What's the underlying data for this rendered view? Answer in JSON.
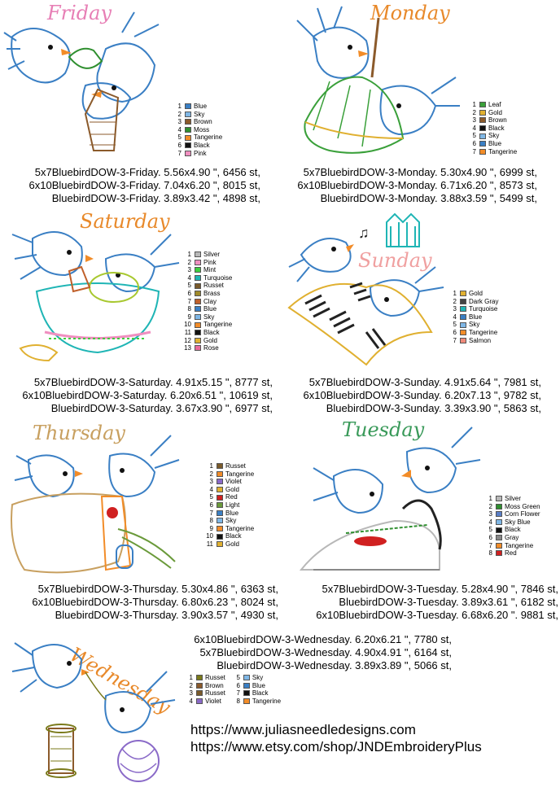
{
  "designs": [
    {
      "id": "friday",
      "title": "Friday",
      "title_color": "#e77fb5",
      "legend": [
        {
          "n": "1",
          "name": "Blue",
          "color": "#3a7fc4"
        },
        {
          "n": "2",
          "name": "Sky",
          "color": "#7fb7e6"
        },
        {
          "n": "3",
          "name": "Brown",
          "color": "#8b5a2b"
        },
        {
          "n": "4",
          "name": "Moss",
          "color": "#2f8f2f"
        },
        {
          "n": "5",
          "name": "Tangerine",
          "color": "#f28c28"
        },
        {
          "n": "6",
          "name": "Black",
          "color": "#111111"
        },
        {
          "n": "7",
          "name": "Pink",
          "color": "#f08fc0"
        }
      ],
      "sizes": [
        "5x7BluebirdDOW-3-Friday. 5.56x4.90 \", 6456 st,",
        "6x10BluebirdDOW-3-Friday. 7.04x6.20 \", 8015 st,",
        "BluebirdDOW-3-Friday. 3.89x3.42 \", 4898 st,"
      ]
    },
    {
      "id": "monday",
      "title": "Monday",
      "title_color": "#e8892a",
      "legend": [
        {
          "n": "1",
          "name": "Leaf",
          "color": "#3aa03a"
        },
        {
          "n": "2",
          "name": "Gold",
          "color": "#e0b030"
        },
        {
          "n": "3",
          "name": "Brown",
          "color": "#8b5a2b"
        },
        {
          "n": "4",
          "name": "Black",
          "color": "#111111"
        },
        {
          "n": "5",
          "name": "Sky",
          "color": "#7fb7e6"
        },
        {
          "n": "6",
          "name": "Blue",
          "color": "#3a7fc4"
        },
        {
          "n": "7",
          "name": "Tangerine",
          "color": "#f28c28"
        }
      ],
      "sizes": [
        "5x7BluebirdDOW-3-Monday. 5.30x4.90 \", 6999 st,",
        "6x10BluebirdDOW-3-Monday. 6.71x6.20 \", 8573 st,",
        "BluebirdDOW-3-Monday. 3.88x3.59 \", 5499 st,"
      ]
    },
    {
      "id": "saturday",
      "title": "Saturday",
      "title_color": "#e8892a",
      "legend": [
        {
          "n": "1",
          "name": "Silver",
          "color": "#b8b8b8"
        },
        {
          "n": "2",
          "name": "Pink",
          "color": "#f08fc0"
        },
        {
          "n": "3",
          "name": "Mint",
          "color": "#3ecf3e"
        },
        {
          "n": "4",
          "name": "Turquoise",
          "color": "#1fb5b5"
        },
        {
          "n": "5",
          "name": "Russet",
          "color": "#7a5a2a"
        },
        {
          "n": "6",
          "name": "Brass",
          "color": "#a08a2a"
        },
        {
          "n": "7",
          "name": "Clay",
          "color": "#c0602a"
        },
        {
          "n": "8",
          "name": "Blue",
          "color": "#3a7fc4"
        },
        {
          "n": "9",
          "name": "Sky",
          "color": "#7fb7e6"
        },
        {
          "n": "10",
          "name": "Tangerine",
          "color": "#f28c28"
        },
        {
          "n": "11",
          "name": "Black",
          "color": "#111111"
        },
        {
          "n": "12",
          "name": "Gold",
          "color": "#e0b030"
        },
        {
          "n": "13",
          "name": "Rose",
          "color": "#e86a9a"
        }
      ],
      "sizes": [
        "5x7BluebirdDOW-3-Saturday. 4.91x5.15 \", 8777 st,",
        "6x10BluebirdDOW-3-Saturday. 6.20x6.51 \", 10619 st,",
        "BluebirdDOW-3-Saturday. 3.67x3.90 \", 6977 st,"
      ]
    },
    {
      "id": "sunday",
      "title": "Sunday",
      "title_color": "#f0a0a0",
      "legend": [
        {
          "n": "1",
          "name": "Gold",
          "color": "#e0b030"
        },
        {
          "n": "2",
          "name": "Dark Gray",
          "color": "#444444"
        },
        {
          "n": "3",
          "name": "Turquoise",
          "color": "#1fb5b5"
        },
        {
          "n": "4",
          "name": "Blue",
          "color": "#3a7fc4"
        },
        {
          "n": "5",
          "name": "Sky",
          "color": "#7fb7e6"
        },
        {
          "n": "6",
          "name": "Tangerine",
          "color": "#f28c28"
        },
        {
          "n": "7",
          "name": "Salmon",
          "color": "#f08a7a"
        }
      ],
      "sizes": [
        "5x7BluebirdDOW-3-Sunday. 4.91x5.64 \", 7981 st,",
        "6x10BluebirdDOW-3-Sunday. 6.20x7.13 \", 9782 st,",
        "BluebirdDOW-3-Sunday. 3.39x3.90 \", 5863 st,"
      ]
    },
    {
      "id": "thursday",
      "title": "Thursday",
      "title_color": "#c8a060",
      "legend": [
        {
          "n": "1",
          "name": "Russet",
          "color": "#7a5a2a"
        },
        {
          "n": "2",
          "name": "Tangerine",
          "color": "#f28c28"
        },
        {
          "n": "3",
          "name": "Violet",
          "color": "#8a6ac8"
        },
        {
          "n": "4",
          "name": "Gold",
          "color": "#e0b030"
        },
        {
          "n": "5",
          "name": "Red",
          "color": "#d02020"
        },
        {
          "n": "6",
          "name": "Light",
          "color": "#6a9a3a"
        },
        {
          "n": "7",
          "name": "Blue",
          "color": "#3a7fc4"
        },
        {
          "n": "8",
          "name": "Sky",
          "color": "#7fb7e6"
        },
        {
          "n": "9",
          "name": "Tangerine",
          "color": "#f28c28"
        },
        {
          "n": "10",
          "name": "Black",
          "color": "#111111"
        },
        {
          "n": "11",
          "name": "Gold",
          "color": "#e0b030"
        }
      ],
      "sizes": [
        "5x7BluebirdDOW-3-Thursday. 5.30x4.86 \", 6363 st,",
        "6x10BluebirdDOW-3-Thursday. 6.80x6.23 \", 8024 st,",
        "BluebirdDOW-3-Thursday. 3.90x3.57 \", 4930 st,"
      ]
    },
    {
      "id": "tuesday",
      "title": "Tuesday",
      "title_color": "#3a9a5a",
      "legend": [
        {
          "n": "1",
          "name": "Silver",
          "color": "#b8b8b8"
        },
        {
          "n": "2",
          "name": "Moss Green",
          "color": "#2f8f2f"
        },
        {
          "n": "3",
          "name": "Corn Flower",
          "color": "#5a7fc8"
        },
        {
          "n": "4",
          "name": "Sky Blue",
          "color": "#7fb7e6"
        },
        {
          "n": "5",
          "name": "Black",
          "color": "#111111"
        },
        {
          "n": "6",
          "name": "Gray",
          "color": "#888888"
        },
        {
          "n": "7",
          "name": "Tangerine",
          "color": "#f28c28"
        },
        {
          "n": "8",
          "name": "Red",
          "color": "#d02020"
        }
      ],
      "sizes": [
        "5x7BluebirdDOW-3-Tuesday. 5.28x4.90 \", 7846 st,",
        "BluebirdDOW-3-Tuesday. 3.89x3.61 \", 6182 st,",
        "6x10BluebirdDOW-3-Tuesday. 6.68x6.20 \". 9881 st,"
      ]
    },
    {
      "id": "wednesday",
      "title": "Wednesday",
      "title_color": "#e8892a",
      "legend": [
        {
          "n": "1",
          "name": "Russet",
          "color": "#7a7a1a"
        },
        {
          "n": "2",
          "name": "Brown",
          "color": "#8b5a2b"
        },
        {
          "n": "3",
          "name": "Russet",
          "color": "#7a5a2a"
        },
        {
          "n": "4",
          "name": "Violet",
          "color": "#8a6ac8"
        },
        {
          "n": "5",
          "name": "Sky",
          "color": "#7fb7e6"
        },
        {
          "n": "6",
          "name": "Blue",
          "color": "#3a7fc4"
        },
        {
          "n": "7",
          "name": "Black",
          "color": "#111111"
        },
        {
          "n": "8",
          "name": "Tangerine",
          "color": "#f28c28"
        }
      ],
      "sizes": [
        "6x10BluebirdDOW-3-Wednesday. 6.20x6.21 \", 7780 st,",
        "5x7BluebirdDOW-3-Wednesday. 4.90x4.91 \", 6164 st,",
        "BluebirdDOW-3-Wednesday. 3.89x3.89 \", 5066 st,"
      ]
    }
  ],
  "links": [
    "https://www.juliasneedledesigns.com",
    "https://www.etsy.com/shop/JNDEmbroideryPlus"
  ]
}
